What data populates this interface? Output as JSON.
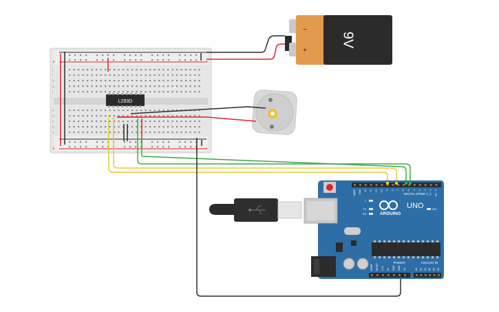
{
  "battery": {
    "label": "9V",
    "plus": "+",
    "minus": "−"
  },
  "chip": {
    "label": "L293D"
  },
  "breadboard": {
    "left_rows": [
      "a",
      "b",
      "c",
      "d",
      "e"
    ],
    "right_rows": [
      "f",
      "g",
      "h",
      "i",
      "j"
    ],
    "rail_plus": "+",
    "rail_minus": "−"
  },
  "arduino": {
    "brand": "ARDUINO",
    "model": "UNO",
    "digital_label": "DIGITAL (PWM~)",
    "power_label": "POWER",
    "analog_label": "ANALOG IN",
    "on_label": "ON",
    "tx_label": "TX",
    "rx_label": "RX",
    "l_label": "L",
    "top_pins": [
      "AREF",
      "GND",
      "13",
      "12",
      "~11",
      "~10",
      "~9",
      "8",
      "7",
      "~6",
      "~5",
      "4",
      "~3",
      "2",
      "TX→1",
      "RX←0"
    ],
    "power_pins": [
      "IOREF",
      "RESET",
      "3.3V",
      "5V",
      "GND",
      "GND",
      "Vin"
    ],
    "analog_pins": [
      "A0",
      "A1",
      "A2",
      "A3",
      "A4",
      "A5"
    ]
  },
  "colors": {
    "red_wire": "#e0242a",
    "black_wire": "#2a2a2a",
    "yellow_wire": "#e8cc2c",
    "green_wire": "#3aa845",
    "board_blue": "#2e6ea6",
    "battery_orange": "#e39a4d"
  }
}
